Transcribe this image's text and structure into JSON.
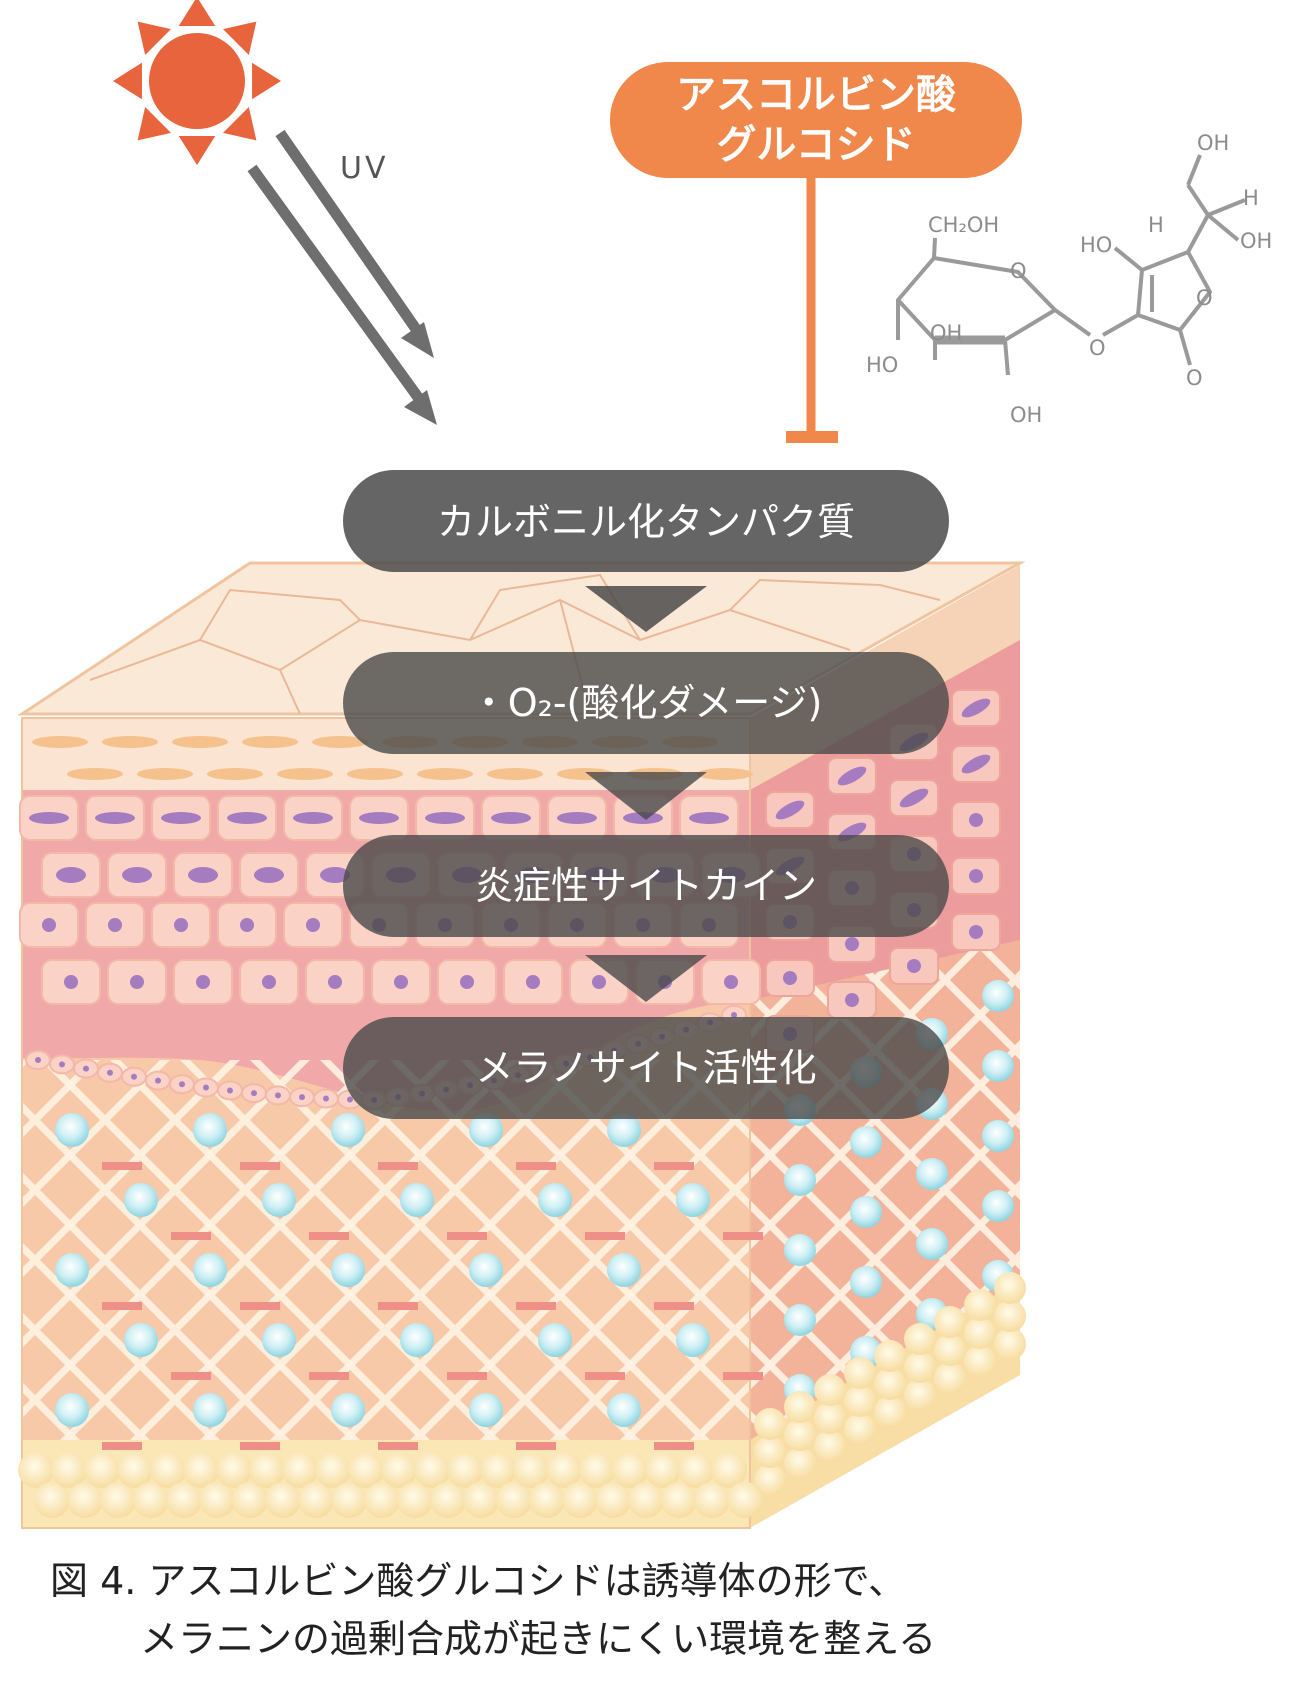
{
  "uv_label": "UV",
  "inhibitor": {
    "line1": "アスコルビン酸",
    "line2": "グルコシド"
  },
  "molecule": {
    "labels": {
      "ch2oh": "CH₂OH",
      "oh": "OH",
      "ho": "HO",
      "h": "H",
      "o": "O"
    }
  },
  "cascade_steps": [
    "カルボニル化タンパク質",
    "・O₂-(酸化ダメージ)",
    "炎症性サイトカイン",
    "メラノサイト活性化"
  ],
  "caption": {
    "line1": "図 4. アスコルビン酸グルコシドは誘導体の形で、",
    "line2": "メラニンの過剰合成が起きにくい環境を整える"
  },
  "colors": {
    "sun": "#e8643c",
    "inhibitor": "#f0874b",
    "pill": "#4a4a4a",
    "arrow": "#6e6e6e",
    "skin_top": "#fbe4d1",
    "epidermis": "#f0a8a8",
    "dermis": "#f7c9a8",
    "nucleus": "#a67cc0",
    "fibroblast": "#bfe8ef",
    "fat": "#fbe6b5"
  }
}
